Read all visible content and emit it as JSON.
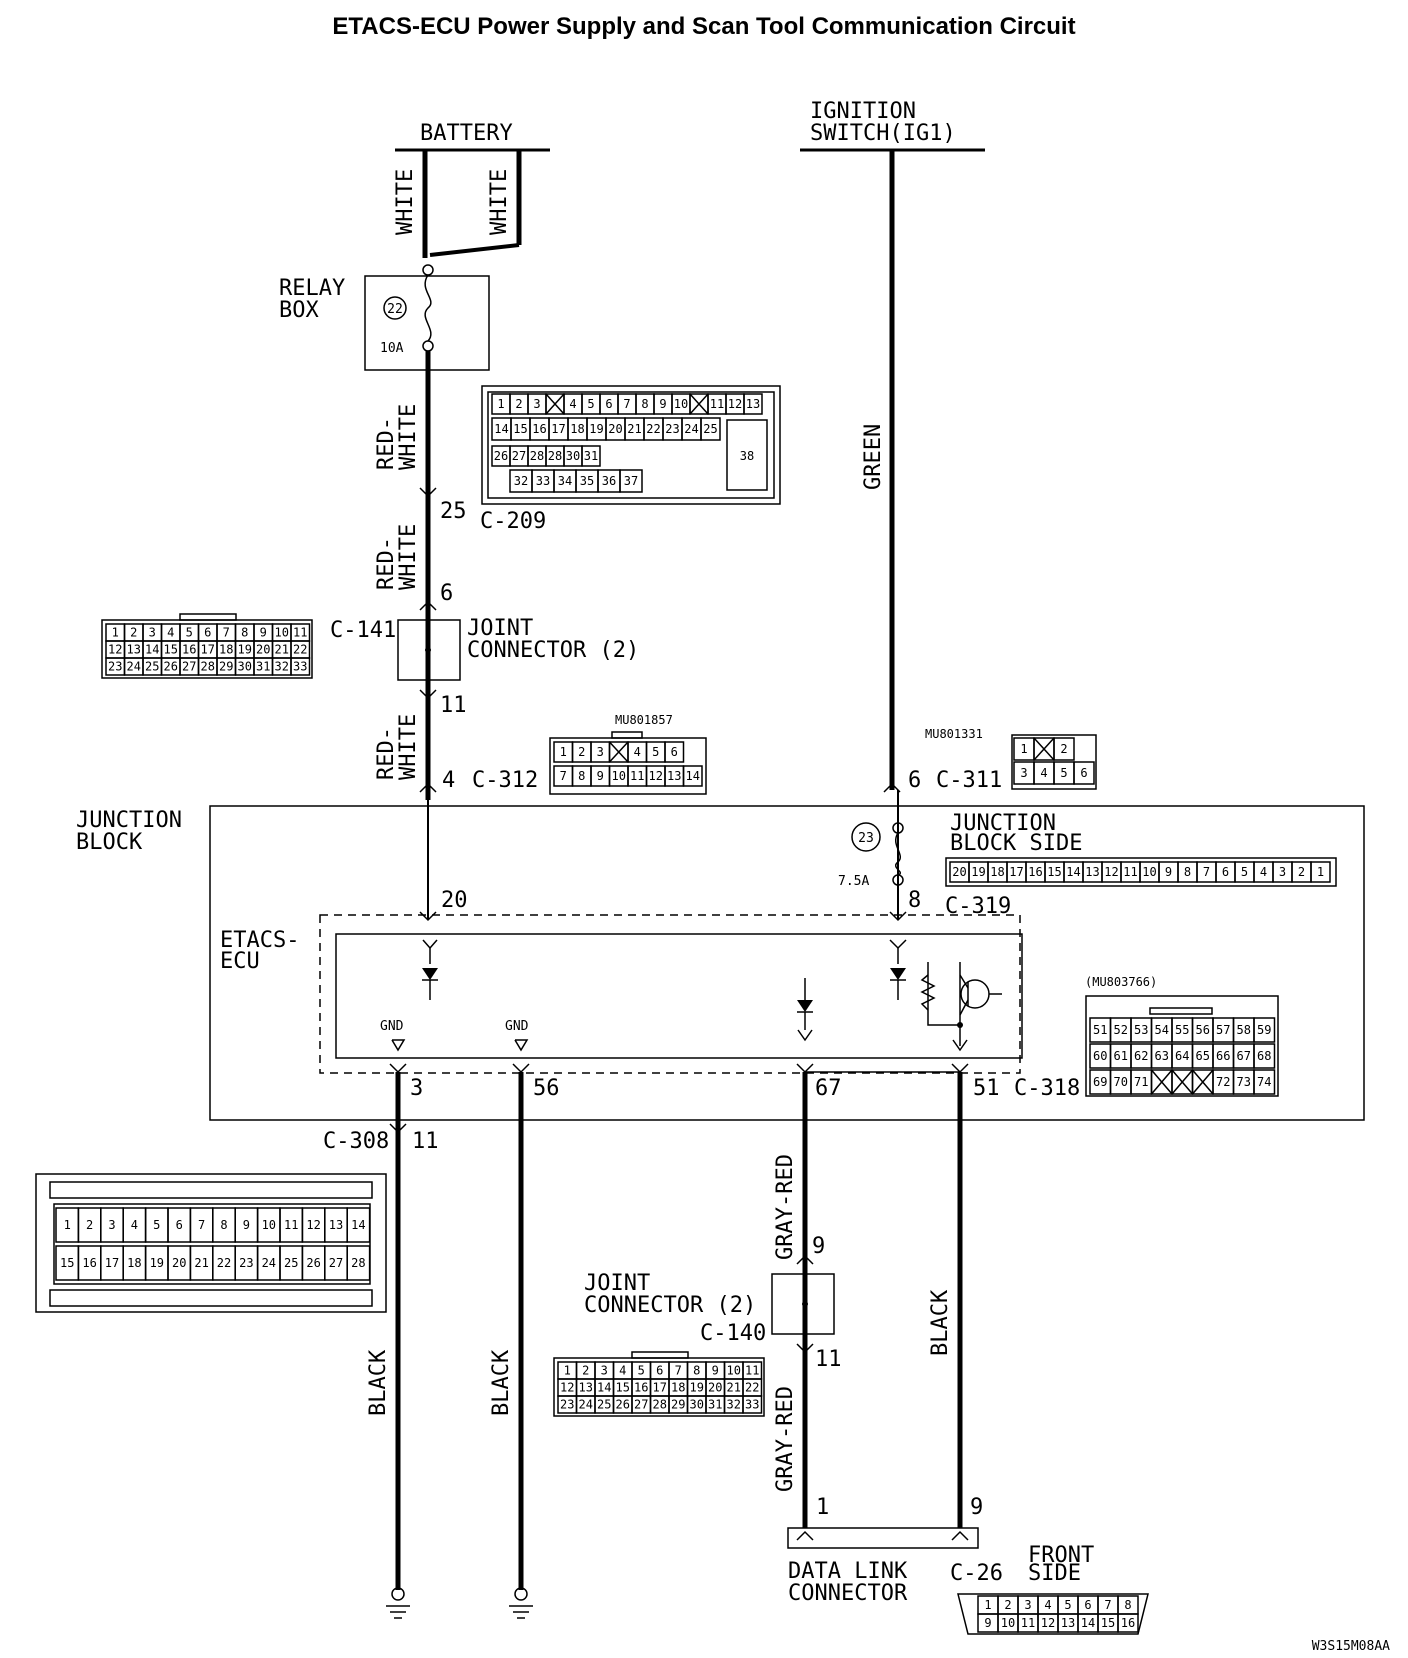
{
  "title": "ETACS-ECU Power Supply and Scan Tool Communication Circuit",
  "code": "W3S15M08AA",
  "sources": {
    "battery": "BATTERY",
    "ignition_line1": "IGNITION",
    "ignition_line2": "SWITCH(IG1)"
  },
  "wire_colors": {
    "white": "WHITE",
    "red_white_1": "RED-",
    "red_white_2": "WHITE",
    "green": "GREEN",
    "gray_red": "GRAY-RED",
    "black": "BLACK"
  },
  "relay_box": {
    "line1": "RELAY",
    "line2": "BOX",
    "fuse_no": "22",
    "fuse_amp": "10A"
  },
  "junction_block": {
    "line1": "JUNCTION",
    "line2": "BLOCK",
    "fuse_no": "23",
    "fuse_amp": "7.5A",
    "side_line1": "JUNCTION",
    "side_line2": "BLOCK SIDE"
  },
  "etacs": {
    "line1": "ETACS-",
    "line2": "ECU",
    "gnd": "GND"
  },
  "joint1": {
    "line1": "JOINT",
    "line2": "CONNECTOR (2)",
    "id": "C-141"
  },
  "joint2": {
    "line1": "JOINT",
    "line2": "CONNECTOR (2)",
    "id": "C-140"
  },
  "dlc": {
    "line1": "DATA LINK",
    "line2": "CONNECTOR",
    "id": "C-26",
    "side1": "FRONT",
    "side2": "SIDE"
  },
  "connectors": {
    "c209": "C-209",
    "c312": "C-312",
    "c311": "C-311",
    "c319": "C-319",
    "c318": "C-318",
    "c308": "C-308"
  },
  "part_numbers": {
    "mu1857": "MU801857",
    "mu1331": "MU801331",
    "mu3766": "(MU803766)"
  },
  "pins": {
    "p25": "25",
    "p6": "6",
    "p11a": "11",
    "p4": "4",
    "p6b": "6",
    "p20": "20",
    "p8": "8",
    "p3": "3",
    "p56": "56",
    "p67": "67",
    "p51": "51",
    "p11b": "11",
    "p9a": "9",
    "p11c": "11",
    "p1": "1",
    "p9b": "9"
  },
  "grids": {
    "c209": {
      "r1": [
        "1",
        "2",
        "3",
        "",
        "4",
        "5",
        "6",
        "7",
        "8",
        "9",
        "10",
        "",
        "11",
        "12",
        "13"
      ],
      "r2": [
        "14",
        "15",
        "16",
        "17",
        "18",
        "19",
        "20",
        "21",
        "22",
        "23",
        "24",
        "25"
      ],
      "r3": [
        "26",
        "27",
        "28",
        "28",
        "30",
        "31"
      ],
      "r4": [
        "32",
        "33",
        "34",
        "35",
        "36",
        "37"
      ],
      "big": "38"
    },
    "c141": {
      "r1": [
        "1",
        "2",
        "3",
        "4",
        "5",
        "6",
        "7",
        "8",
        "9",
        "10",
        "11"
      ],
      "r2": [
        "12",
        "13",
        "14",
        "15",
        "16",
        "17",
        "18",
        "19",
        "20",
        "21",
        "22"
      ],
      "r3": [
        "23",
        "24",
        "25",
        "26",
        "27",
        "28",
        "29",
        "30",
        "31",
        "32",
        "33"
      ]
    },
    "c140": {
      "r1": [
        "1",
        "2",
        "3",
        "4",
        "5",
        "6",
        "7",
        "8",
        "9",
        "10",
        "11"
      ],
      "r2": [
        "12",
        "13",
        "14",
        "15",
        "16",
        "17",
        "18",
        "19",
        "20",
        "21",
        "22"
      ],
      "r3": [
        "23",
        "24",
        "25",
        "26",
        "27",
        "28",
        "29",
        "30",
        "31",
        "32",
        "33"
      ]
    },
    "c312": {
      "r1": [
        "1",
        "2",
        "3",
        "",
        "4",
        "5",
        "6"
      ],
      "r2": [
        "7",
        "8",
        "9",
        "10",
        "11",
        "12",
        "13",
        "14"
      ]
    },
    "c311": {
      "r1": [
        "1",
        "",
        "2"
      ],
      "r2": [
        "3",
        "4",
        "5",
        "6"
      ]
    },
    "c319": [
      "20",
      "19",
      "18",
      "17",
      "16",
      "15",
      "14",
      "13",
      "12",
      "11",
      "10",
      "9",
      "8",
      "7",
      "6",
      "5",
      "4",
      "3",
      "2",
      "1"
    ],
    "c318": {
      "r1": [
        "51",
        "52",
        "53",
        "54",
        "55",
        "56",
        "57",
        "58",
        "59"
      ],
      "r2": [
        "60",
        "61",
        "62",
        "63",
        "64",
        "65",
        "66",
        "67",
        "68"
      ],
      "r3": [
        "69",
        "70",
        "71",
        "",
        "",
        "",
        "72",
        "73",
        "74"
      ]
    },
    "c308": {
      "r1": [
        "1",
        "2",
        "3",
        "4",
        "5",
        "6",
        "7",
        "8",
        "9",
        "10",
        "11",
        "12",
        "13",
        "14"
      ],
      "r2": [
        "15",
        "16",
        "17",
        "18",
        "19",
        "20",
        "21",
        "22",
        "23",
        "24",
        "25",
        "26",
        "27",
        "28"
      ]
    },
    "c26": {
      "r1": [
        "1",
        "2",
        "3",
        "4",
        "5",
        "6",
        "7",
        "8"
      ],
      "r2": [
        "9",
        "10",
        "11",
        "12",
        "13",
        "14",
        "15",
        "16"
      ]
    }
  }
}
